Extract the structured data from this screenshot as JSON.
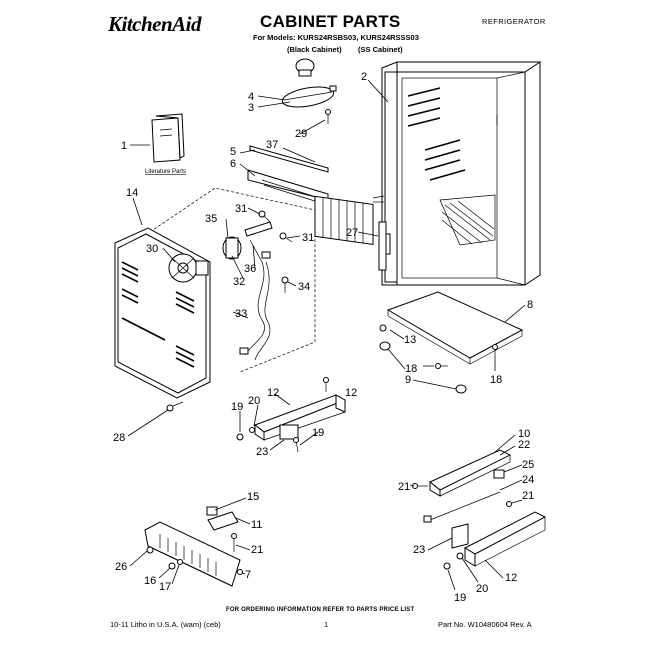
{
  "header": {
    "brand": "KitchenAid",
    "title": "CABINET PARTS",
    "category": "REFRIGERATOR",
    "models_line": "For Models: KURS24RSBS03, KURS24RSSS03",
    "cabinet_black": "(Black Cabinet)",
    "cabinet_ss": "(SS Cabinet)"
  },
  "diagram": {
    "literature_label": "Literature Parts",
    "callouts": [
      "1",
      "2",
      "3",
      "4",
      "5",
      "6",
      "7",
      "8",
      "9",
      "10",
      "11",
      "12",
      "12",
      "12",
      "13",
      "14",
      "15",
      "16",
      "17",
      "18",
      "18",
      "19",
      "19",
      "19",
      "20",
      "20",
      "21",
      "21",
      "21",
      "22",
      "23",
      "23",
      "24",
      "25",
      "26",
      "27",
      "28",
      "29",
      "30",
      "31",
      "31",
      "32",
      "33",
      "34",
      "35",
      "36",
      "37"
    ]
  },
  "footer": {
    "ordering_note": "FOR ORDERING INFORMATION REFER TO PARTS PRICE LIST",
    "litho": "10-11 Litho in U.S.A. (wam) (ceb)",
    "page_number": "1",
    "part_number": "Part No. W10480604 Rev. A"
  }
}
